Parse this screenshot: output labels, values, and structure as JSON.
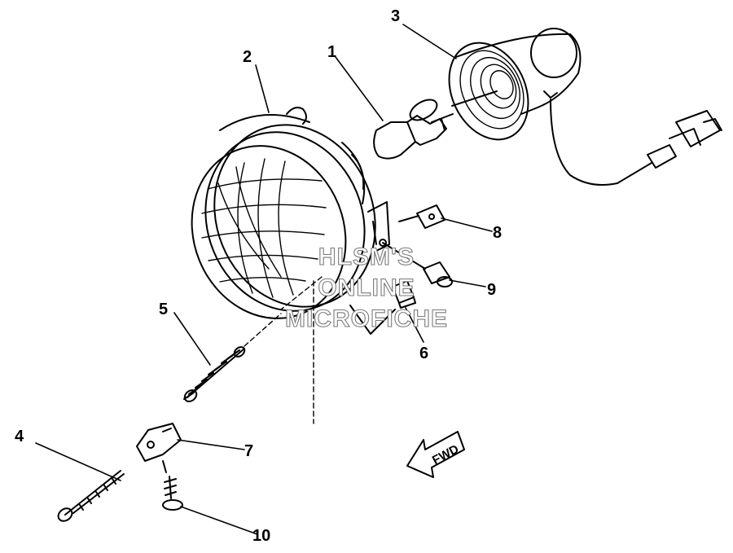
{
  "diagram": {
    "callouts": [
      "1",
      "2",
      "3",
      "4",
      "5",
      "6",
      "7",
      "8",
      "9",
      "10"
    ],
    "watermark": [
      "HLSM'S",
      "ONLINE",
      "MICROFICHE"
    ],
    "direction_label": "FWD",
    "line_color": "#000000",
    "watermark_stroke": "#7a7a7a"
  }
}
